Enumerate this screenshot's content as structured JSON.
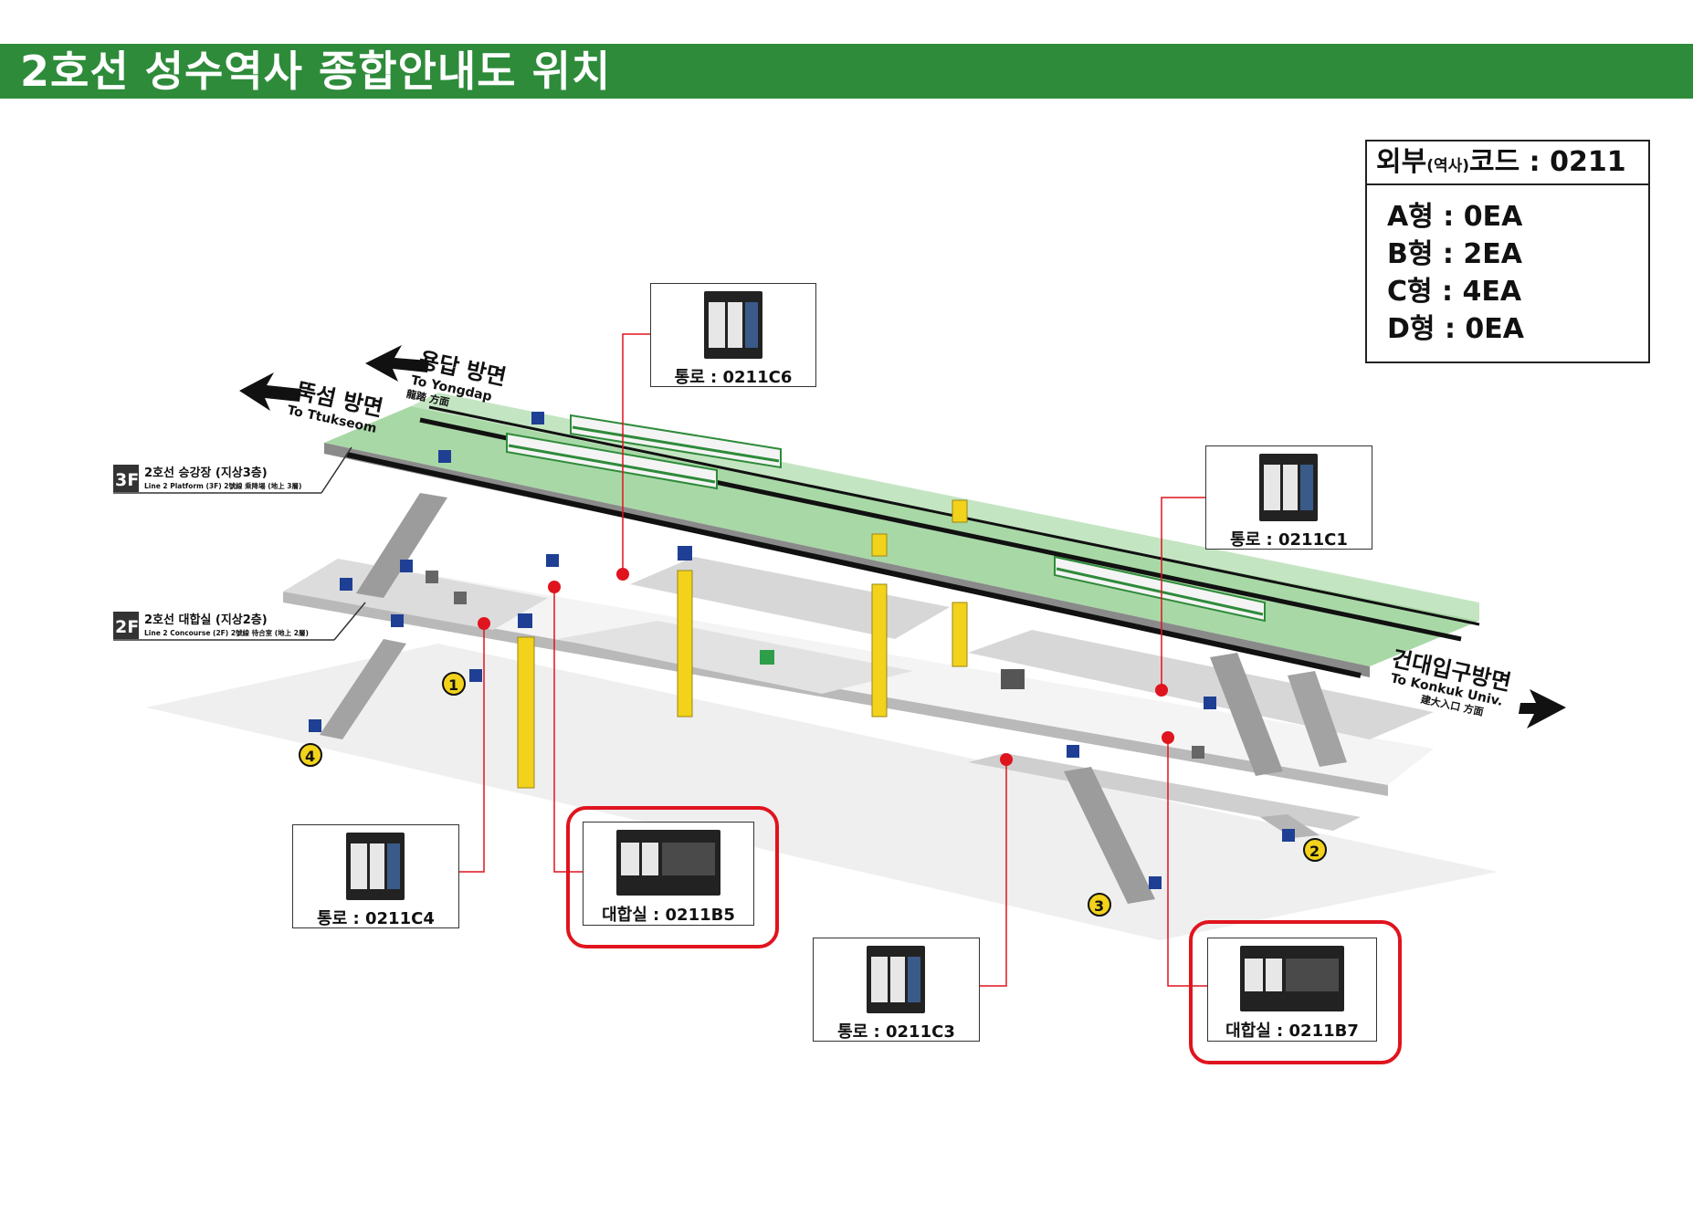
{
  "header": {
    "title": "2호선 성수역사 종합안내도 위치"
  },
  "code_box": {
    "prefix": "외부",
    "paren": "(역사)",
    "suffix": "코드 : 0211",
    "rows": [
      "A형 : 0EA",
      "B형 : 2EA",
      "C형 : 4EA",
      "D형 : 0EA"
    ]
  },
  "directions": {
    "yongdap": {
      "ko": "용답 방면",
      "en": "To Yongdap",
      "hanja": "龍踏 方面"
    },
    "ttukseom": {
      "ko": "뚝섬 방면",
      "en": "To Ttukseom"
    },
    "konkuk": {
      "ko": "건대입구방면",
      "en": "To Konkuk Univ.",
      "hanja": "建大入口 方面"
    }
  },
  "floors": {
    "f3": {
      "badge": "3F",
      "ko": "2호선 승강장 (지상3층)",
      "en": "Line 2 Platform (3F) 2號線 乘降場 (地上 3層)"
    },
    "f2": {
      "badge": "2F",
      "ko": "2호선 대합실 (지상2층)",
      "en": "Line 2 Concourse (2F) 2號線 待合室 (地上 2層)"
    }
  },
  "exits": [
    "1",
    "2",
    "3",
    "4"
  ],
  "callouts": {
    "c6": "통로 : 0211C6",
    "c1": "통로 : 0211C1",
    "c4": "통로 : 0211C4",
    "b5": "대합실 : 0211B5",
    "c3": "통로 : 0211C3",
    "b7": "대합실 : 0211B7"
  },
  "colors": {
    "title_green": "#2e8b3a",
    "platform_green": "#a9d8a7",
    "pillar_yellow": "#f2d21b",
    "marker_red": "#e0141e",
    "icon_blue": "#1e3f93"
  }
}
